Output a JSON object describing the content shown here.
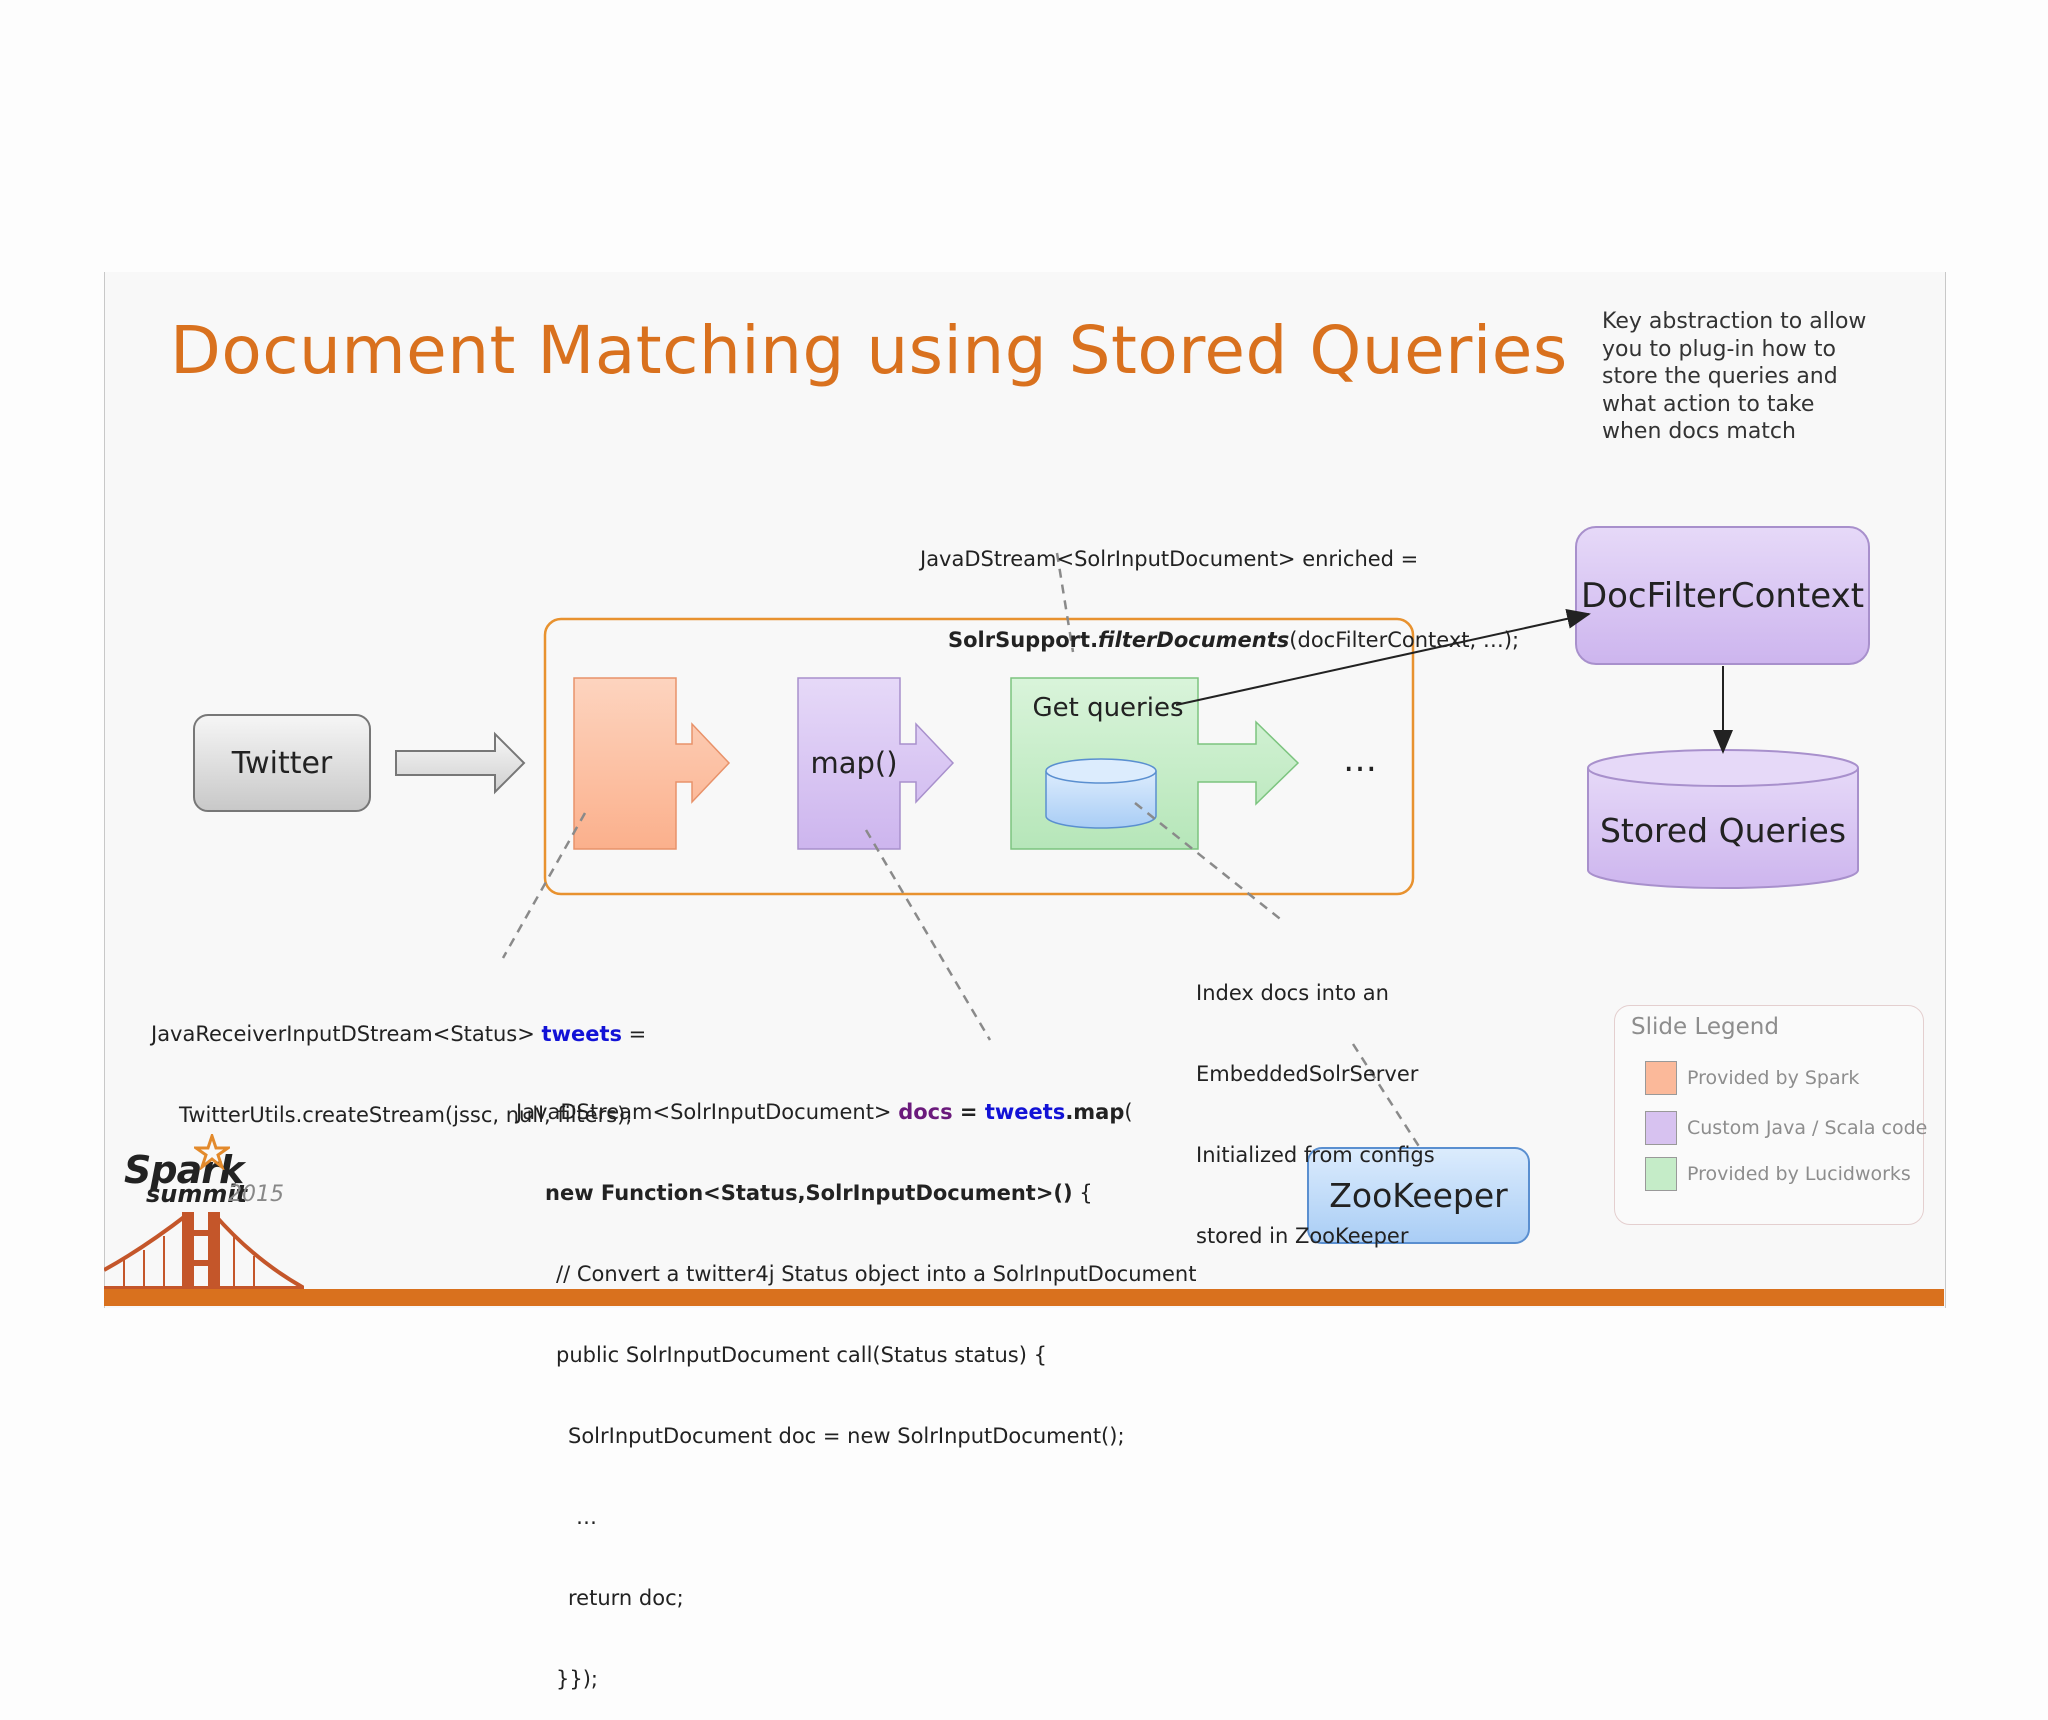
{
  "slide": {
    "title": "Document Matching using Stored Queries",
    "note": [
      "Key abstraction to allow",
      "you to plug-in how to",
      "store the queries and",
      "what action to take",
      "when docs match"
    ]
  },
  "nodes": {
    "twitter": "Twitter",
    "map": "map()",
    "get_queries": "Get queries",
    "ellipsis": "…",
    "doc_filter_context": "DocFilterContext",
    "stored_queries": "Stored Queries",
    "zookeeper": "ZooKeeper"
  },
  "annotations": {
    "enriched": {
      "line1": "JavaDStream<SolrInputDocument> enriched =",
      "line2_bold": "SolrSupport.",
      "line2_bolditalic": "filterDocuments",
      "line2_rest": "(docFilterContext, …);"
    },
    "receiver": {
      "line1_a": "JavaReceiverInputDStream<Status> ",
      "line1_b": "tweets",
      "line1_c": " =",
      "line2": "TwitterUtils.createStream(jssc, null, filters);"
    },
    "docs_map": {
      "line1_a": "JavaDStream<SolrInputDocument> ",
      "line1_b": "docs",
      "line1_c": " = ",
      "line1_d": "tweets",
      "line1_e": ".map",
      "line1_f": "(",
      "line2_bold": "new Function<Status,SolrInputDocument>()",
      "line2_rest": " {",
      "line3": "// Convert a twitter4j Status object into a SolrInputDocument",
      "line4": "public SolrInputDocument call(Status status) {",
      "line5": "SolrInputDocument doc = new SolrInputDocument();",
      "line6": "…",
      "line7": "return doc;",
      "line8": "}});"
    },
    "index_docs": [
      "Index docs into an",
      "EmbeddedSolrServer",
      "Initialized from configs",
      "stored in ZooKeeper"
    ]
  },
  "legend": {
    "title": "Slide Legend",
    "items": [
      {
        "label": "Provided by Spark",
        "color": "#fbb99a"
      },
      {
        "label": "Custom Java / Scala code",
        "color": "#d7c2f0"
      },
      {
        "label": "Provided by Lucidworks",
        "color": "#c5ecc8"
      }
    ]
  },
  "logo": {
    "spark": "Spark",
    "summit": "summit",
    "year": "2015"
  },
  "colors": {
    "accent": "#d9711e",
    "keyword_blue": "#1212d6",
    "keyword_purple": "#6b1a7c"
  }
}
